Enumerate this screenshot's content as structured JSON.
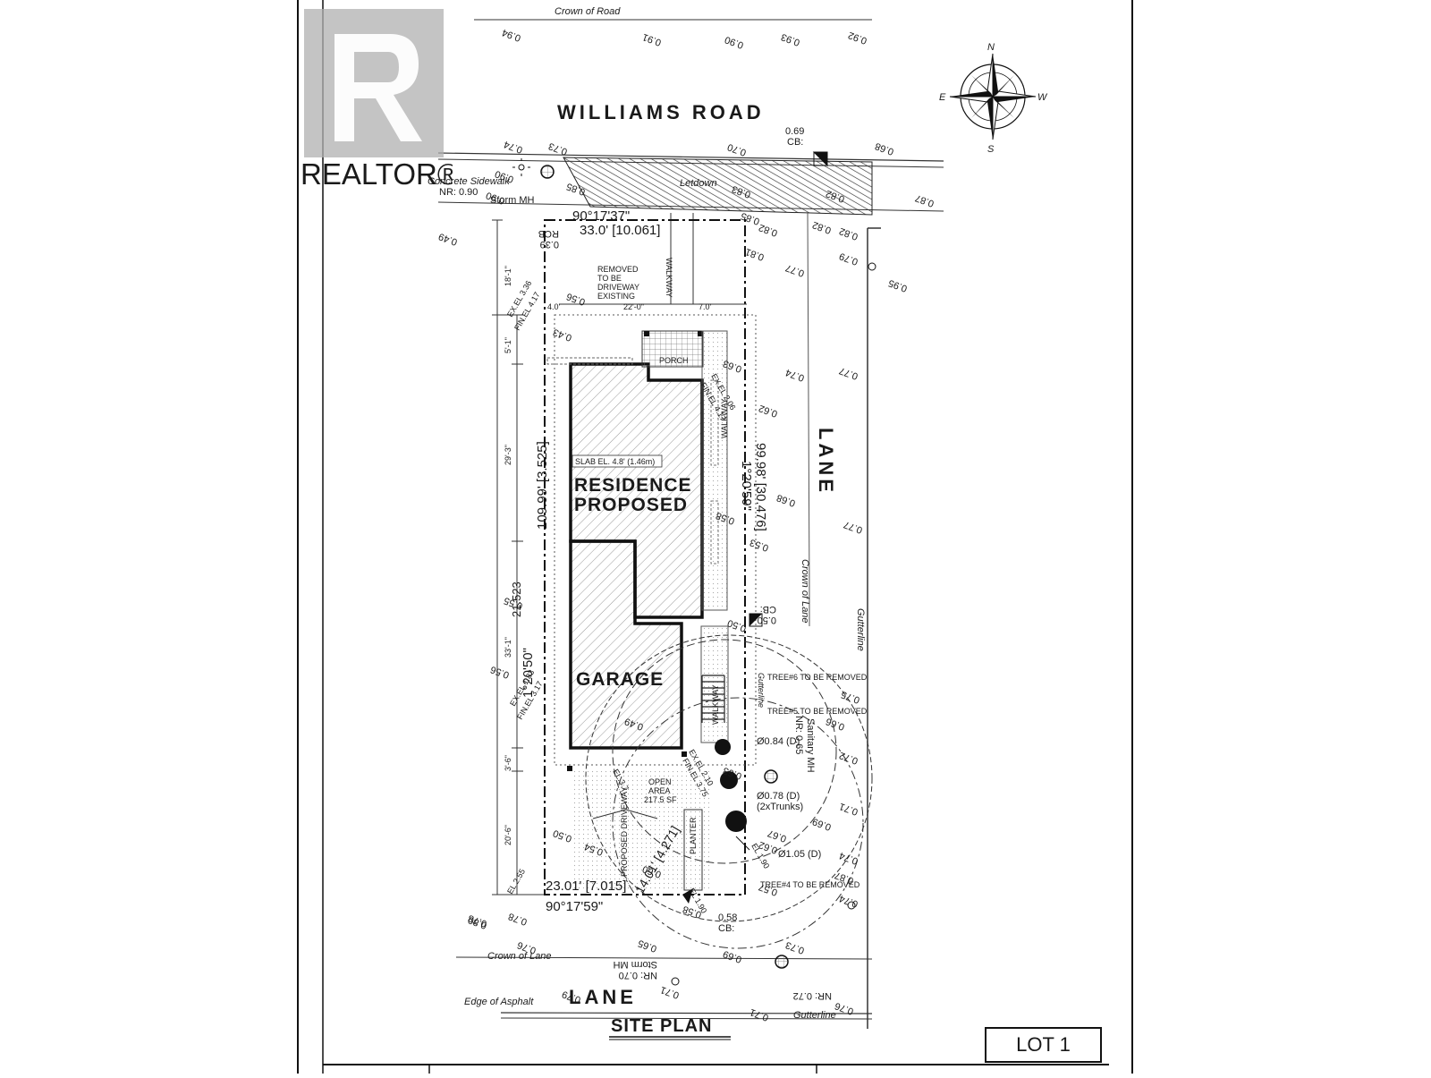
{
  "watermark": {
    "brand": "REALTOR®"
  },
  "title_block": {
    "drawing_title": "SITE PLAN",
    "lot_label": "LOT 1"
  },
  "roads": {
    "williams": "WILLIAMS ROAD",
    "lane_east": "LANE",
    "lane_south": "LANE",
    "crown_of_road": "Crown of Road",
    "crown_of_lane_east": "Crown of Lane",
    "crown_of_lane_south": "Crown of Lane",
    "gutterline": "Gutterline",
    "edge_of_asphalt": "Edge of Asphalt",
    "letdown": "Letdown",
    "concrete_sidewalk": "Concrete Sidewalk"
  },
  "compass": {
    "n": "N",
    "s": "S",
    "e": "E",
    "w": "W"
  },
  "buildings": {
    "residence": [
      "RESIDENCE",
      "PROPOSED"
    ],
    "garage": "GARAGE",
    "porch": "PORCH",
    "slab_el": "SLAB EL. 4.8' (1.46m)"
  },
  "site": {
    "driveway_removed": [
      "REMOVED",
      "TO BE",
      "DRIVEWAY",
      "EXISTING"
    ],
    "walkway": "WALKWAY",
    "open_area": [
      "OPEN",
      "AREA",
      "217.5 SF"
    ],
    "proposed_driveway": "PROPOSED DRIVEWAY",
    "planter": "PLANTER"
  },
  "dimensions": {
    "north_bearing": "90°17'37\"",
    "north_length": "33.0' [10.061]",
    "south_bearing": "90°17'59\"",
    "south_length": "23.01' [7.015]",
    "west_length": "109.99' [3.525]",
    "west_bearing": "1°20'50\"",
    "west_part": "21.523",
    "east_length": "99.98' [30.476]",
    "east_bearing": "1°20'59\"",
    "chord": "14.01' [4.271]",
    "front_setback": "18'-1\"",
    "porch_setback": "5'-1\"",
    "residence_depth": "29'-3\"",
    "garage_depth": "33'-1\"",
    "rear_gap": "3'-6\"",
    "rear_setback": "20'-6\"",
    "side_w": "4.0'",
    "drive_w": "22'-0\"",
    "side_e": "7.0'"
  },
  "utilities": {
    "storm_mh_north": "Storm MH",
    "nr_north": "NR: 0.90",
    "cb_north": "CB:",
    "cb_north_val": "0.69",
    "rcb": "RCB",
    "rcb_val": "0.39",
    "sanitary": "Sanitary MH",
    "nr_sanitary": "NR: 0.65",
    "cb_east": "CB:",
    "cb_east_val": "0.50",
    "cb_south": "CB:",
    "cb_south_val": "0.58",
    "storm_mh_south": "Storm MH",
    "nr_south_a": "NR: 0.70",
    "nr_south_b": "NR: 0.72"
  },
  "trees": {
    "t1_label": "TREE#6 TO BE REMOVED",
    "t2_label": "TREE#5 TO BE REMOVED",
    "t3_label": "TREE#4 TO BE REMOVED",
    "t1_dia": "Ø0.84 (D)",
    "t2_dia": "Ø0.78 (D)",
    "t2_note": "(2xTrunks)",
    "t3_dia": "Ø1.05 (D)"
  },
  "spot_elevations": {
    "road_n": [
      "0.94",
      "0.91",
      "0.90",
      "0.93",
      "0.92"
    ],
    "road_row2": [
      "0.74",
      "0.73",
      "0.70",
      "0.68"
    ],
    "sidewalk": [
      "0.90",
      "0.90",
      "0.85",
      "0.83",
      "0.82",
      "0.87"
    ],
    "lot_n": [
      "0.49",
      "0.85",
      "0.82",
      "0.81",
      "0.82",
      "0.82",
      "0.79",
      "0.77",
      "0.95"
    ],
    "lot_mid": [
      "0.56",
      "0.43",
      "0.63",
      "0.62",
      "0.74",
      "0.77",
      "0.68",
      "0.53",
      "0.58",
      "0.77"
    ],
    "lot_s": [
      "0.55",
      "0.50",
      "0.49",
      "0.56",
      "0.63",
      "0.66",
      "0.72",
      "0.71",
      "0.69",
      "0.67",
      "0.62",
      "0.74",
      "0.87",
      "0.74",
      "0.75"
    ],
    "south": [
      "0.50",
      "0.54",
      "0.60",
      "0.58",
      "0.80",
      "0.78",
      "0.78",
      "0.76",
      "0.65",
      "0.69",
      "0.57",
      "0.73",
      "0.71",
      "0.71",
      "0.76",
      "0.79"
    ],
    "ex_el": [
      "EX.EL 3.36",
      "FIN.EL 4.17",
      "EX.EL 2.06",
      "FIN.EL 4.17",
      "EX.EL 1.83",
      "FIN.EL 3.17",
      "EX.EL 2.10",
      "FIN.EL 3.75",
      "EL.3.7",
      "EL 1.90",
      "EL 2.55",
      "EL 1.90"
    ]
  }
}
